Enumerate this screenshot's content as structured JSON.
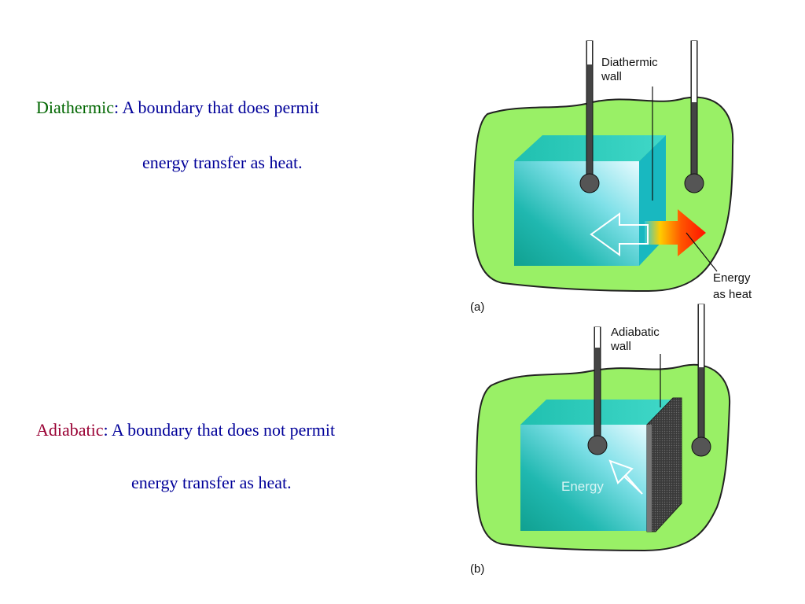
{
  "diathermic": {
    "term": "Diathermic",
    "rest": ": A boundary that does  permit",
    "line2": "energy transfer as heat."
  },
  "adiabatic": {
    "term": "Adiabatic",
    "rest": ": A boundary that does not permit",
    "line2": "energy transfer as heat."
  },
  "figure": {
    "panel_a": {
      "wall_label_line1": "Diathermic",
      "wall_label_line2": "wall",
      "energy_label_line1": "Energy",
      "energy_label_line2": "as heat",
      "tag": "(a)"
    },
    "panel_b": {
      "wall_label_line1": "Adiabatic",
      "wall_label_line2": "wall",
      "inner_label": "Energy",
      "tag": "(b)"
    },
    "colors": {
      "blob": "#99f066",
      "blob_stroke": "#222222",
      "cube_front_light": "#e8fbff",
      "cube_front_dark": "#10a8a0",
      "cube_side": "#18b8c0",
      "cube_top": "#30d0b8",
      "heat_arrow": "#ff2200",
      "adiabatic_wall": "#404040"
    }
  }
}
